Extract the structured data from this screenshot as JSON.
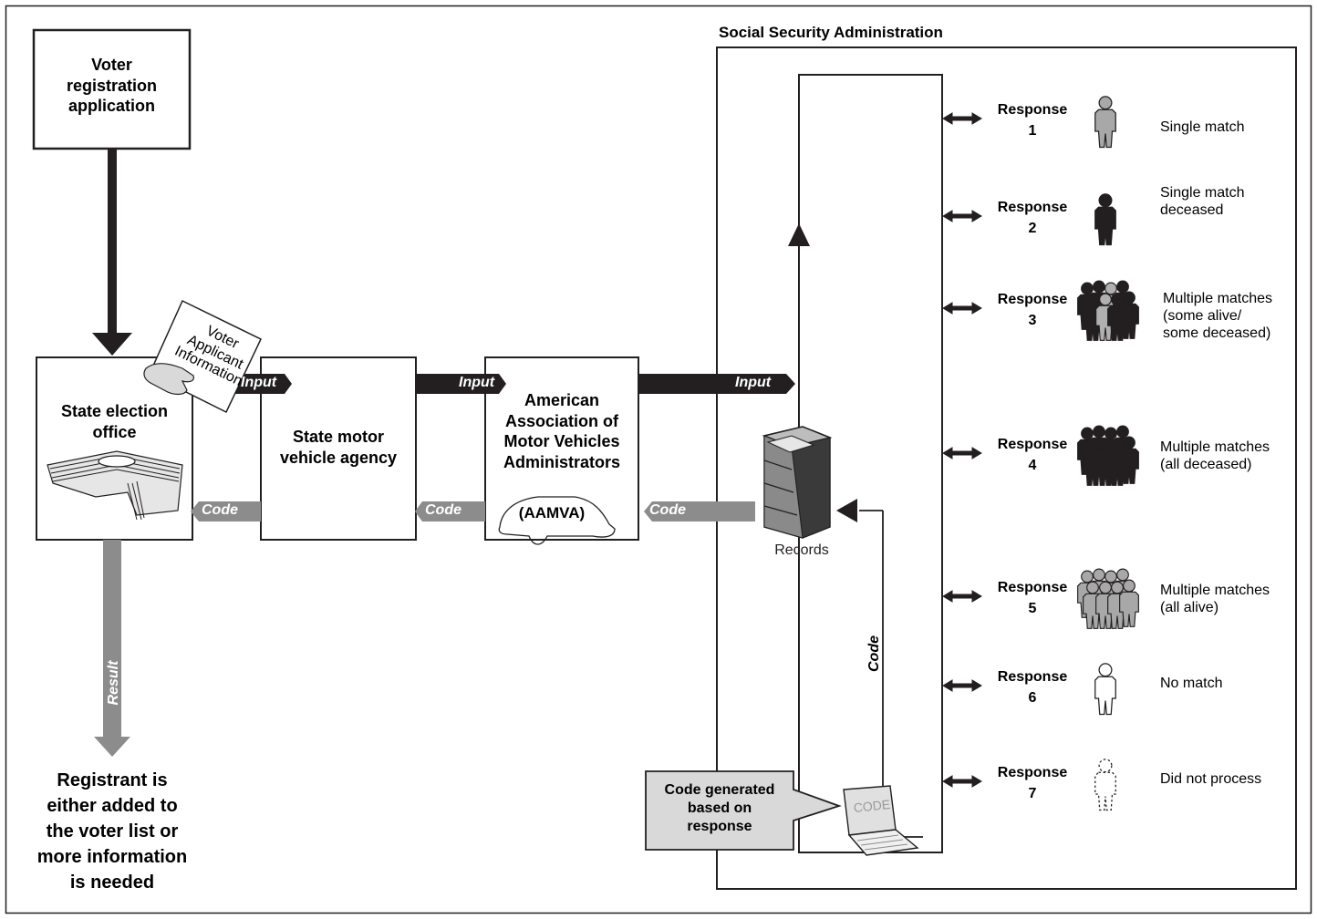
{
  "ssa_title": "Social Security Administration",
  "voter_app": {
    "line1": "Voter",
    "line2": "registration",
    "line3": "application"
  },
  "paper": {
    "line1": "Voter",
    "line2": "Applicant",
    "line3": "Information"
  },
  "election_office": {
    "line1": "State election",
    "line2": "office"
  },
  "mva": {
    "line1": "State motor",
    "line2": "vehicle agency"
  },
  "aamva": {
    "line1": "American",
    "line2": "Association of",
    "line3": "Motor Vehicles",
    "line4": "Administrators",
    "abbr": "(AAMVA)"
  },
  "arrows": {
    "input": "Input",
    "code": "Code",
    "result": "Result"
  },
  "records_label": "Records",
  "code_box": {
    "line1": "Code generated",
    "line2": "based on",
    "line3": "response"
  },
  "laptop_code": "CODE",
  "registrant": {
    "line1": "Registrant is",
    "line2": "either added to",
    "line3": "the voter list or",
    "line4": "more information",
    "line5": "is needed"
  },
  "responses": [
    {
      "title": "Response",
      "num": "1",
      "desc1": "Single match",
      "desc2": "",
      "desc3": "",
      "icon": "person-gray-icon"
    },
    {
      "title": "Response",
      "num": "2",
      "desc1": "Single match",
      "desc2": "deceased",
      "desc3": "",
      "icon": "person-black-icon"
    },
    {
      "title": "Response",
      "num": "3",
      "desc1": "Multiple matches",
      "desc2": "(some alive/",
      "desc3": "some deceased)",
      "icon": "group-mixed-icon"
    },
    {
      "title": "Response",
      "num": "4",
      "desc1": "Multiple matches",
      "desc2": "(all deceased)",
      "desc3": "",
      "icon": "group-black-icon"
    },
    {
      "title": "Response",
      "num": "5",
      "desc1": "Multiple matches",
      "desc2": "(all alive)",
      "desc3": "",
      "icon": "group-gray-icon"
    },
    {
      "title": "Response",
      "num": "6",
      "desc1": "No match",
      "desc2": "",
      "desc3": "",
      "icon": "person-outline-icon"
    },
    {
      "title": "Response",
      "num": "7",
      "desc1": "Did not process",
      "desc2": "",
      "desc3": "",
      "icon": "person-dashed-icon"
    }
  ],
  "colors": {
    "dark": "#231f20",
    "gray": "#8c8c8c",
    "light_gray": "#d9d9d9"
  }
}
